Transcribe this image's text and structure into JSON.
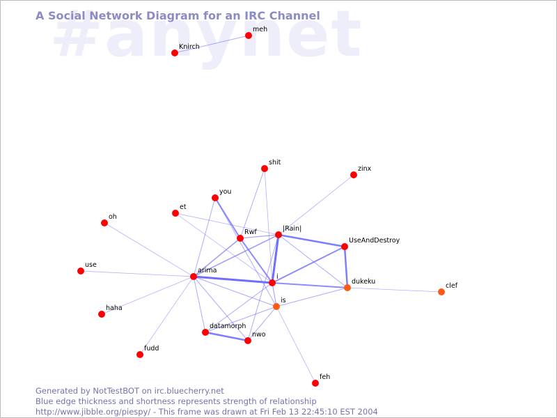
{
  "watermark": "#anynet",
  "title": "A Social Network Diagram for an IRC Channel",
  "footer": {
    "line1": "Generated by NotTestBOT on irc.bluecherry.net",
    "line2": "Blue edge thickness and shortness represents strength of relationship",
    "line3": "http://www.jibble.org/piespy/ - This frame was drawn at Fri Feb 13 22:45:10 EST 2004"
  },
  "colors": {
    "node": "#ff0000",
    "node_active": "#ff5a14",
    "edge": "#6666ff",
    "title": "#8c8cc4",
    "watermark": "#eeeefa"
  },
  "nodes": [
    {
      "id": "meh",
      "label": "meh"
    },
    {
      "id": "Knirch",
      "label": "Knirch"
    },
    {
      "id": "shit",
      "label": "shit"
    },
    {
      "id": "zinx",
      "label": "zinx"
    },
    {
      "id": "you",
      "label": "you"
    },
    {
      "id": "et",
      "label": "et"
    },
    {
      "id": "oh",
      "label": "oh"
    },
    {
      "id": "Rwf",
      "label": "Rwf"
    },
    {
      "id": "Rain",
      "label": "|Rain|"
    },
    {
      "id": "UseAndDestroy",
      "label": "UseAndDestroy"
    },
    {
      "id": "use",
      "label": "use"
    },
    {
      "id": "arima",
      "label": "arima"
    },
    {
      "id": "i",
      "label": "i"
    },
    {
      "id": "dukeku",
      "label": "dukeku",
      "active": true
    },
    {
      "id": "clef",
      "label": "clef",
      "active": true
    },
    {
      "id": "haha",
      "label": "haha"
    },
    {
      "id": "is",
      "label": "is",
      "active": true
    },
    {
      "id": "datamorph",
      "label": "datamorph"
    },
    {
      "id": "nwo",
      "label": "nwo"
    },
    {
      "id": "fudd",
      "label": "fudd"
    },
    {
      "id": "feh",
      "label": "feh"
    }
  ],
  "edges": [
    {
      "from": "meh",
      "to": "Knirch",
      "weight": 1
    },
    {
      "from": "arima",
      "to": "i",
      "weight": 3
    },
    {
      "from": "Rain",
      "to": "i",
      "weight": 3
    },
    {
      "from": "Rain",
      "to": "UseAndDestroy",
      "weight": 2.5
    },
    {
      "from": "UseAndDestroy",
      "to": "dukeku",
      "weight": 2.5
    },
    {
      "from": "i",
      "to": "dukeku",
      "weight": 2
    },
    {
      "from": "i",
      "to": "UseAndDestroy",
      "weight": 2
    },
    {
      "from": "datamorph",
      "to": "nwo",
      "weight": 2.5
    },
    {
      "from": "you",
      "to": "Rwf",
      "weight": 2
    },
    {
      "from": "Rwf",
      "to": "i",
      "weight": 2
    },
    {
      "from": "arima",
      "to": "Rwf",
      "weight": 1.5
    },
    {
      "from": "arima",
      "to": "Rain",
      "weight": 1.5
    },
    {
      "from": "Rwf",
      "to": "Rain",
      "weight": 1.2
    },
    {
      "from": "i",
      "to": "is",
      "weight": 1.2
    },
    {
      "from": "is",
      "to": "dukeku",
      "weight": 1
    },
    {
      "from": "is",
      "to": "datamorph",
      "weight": 1
    },
    {
      "from": "is",
      "to": "nwo",
      "weight": 1
    },
    {
      "from": "i",
      "to": "datamorph",
      "weight": 1
    },
    {
      "from": "arima",
      "to": "is",
      "weight": 1
    },
    {
      "from": "arima",
      "to": "nwo",
      "weight": 1
    },
    {
      "from": "arima",
      "to": "datamorph",
      "weight": 1
    },
    {
      "from": "Rain",
      "to": "dukeku",
      "weight": 1
    },
    {
      "from": "Rain",
      "to": "nwo",
      "weight": 1
    },
    {
      "from": "Rain",
      "to": "zinx",
      "weight": 0.8
    },
    {
      "from": "shit",
      "to": "Rwf",
      "weight": 1
    },
    {
      "from": "shit",
      "to": "i",
      "weight": 0.8
    },
    {
      "from": "you",
      "to": "is",
      "weight": 1
    },
    {
      "from": "you",
      "to": "arima",
      "weight": 1
    },
    {
      "from": "et",
      "to": "Rain",
      "weight": 0.8
    },
    {
      "from": "et",
      "to": "i",
      "weight": 0.8
    },
    {
      "from": "oh",
      "to": "arima",
      "weight": 0.8
    },
    {
      "from": "use",
      "to": "arima",
      "weight": 0.8
    },
    {
      "from": "haha",
      "to": "arima",
      "weight": 0.8
    },
    {
      "from": "fudd",
      "to": "arima",
      "weight": 0.8
    },
    {
      "from": "dukeku",
      "to": "clef",
      "weight": 0.8
    },
    {
      "from": "is",
      "to": "feh",
      "weight": 0.8
    }
  ]
}
